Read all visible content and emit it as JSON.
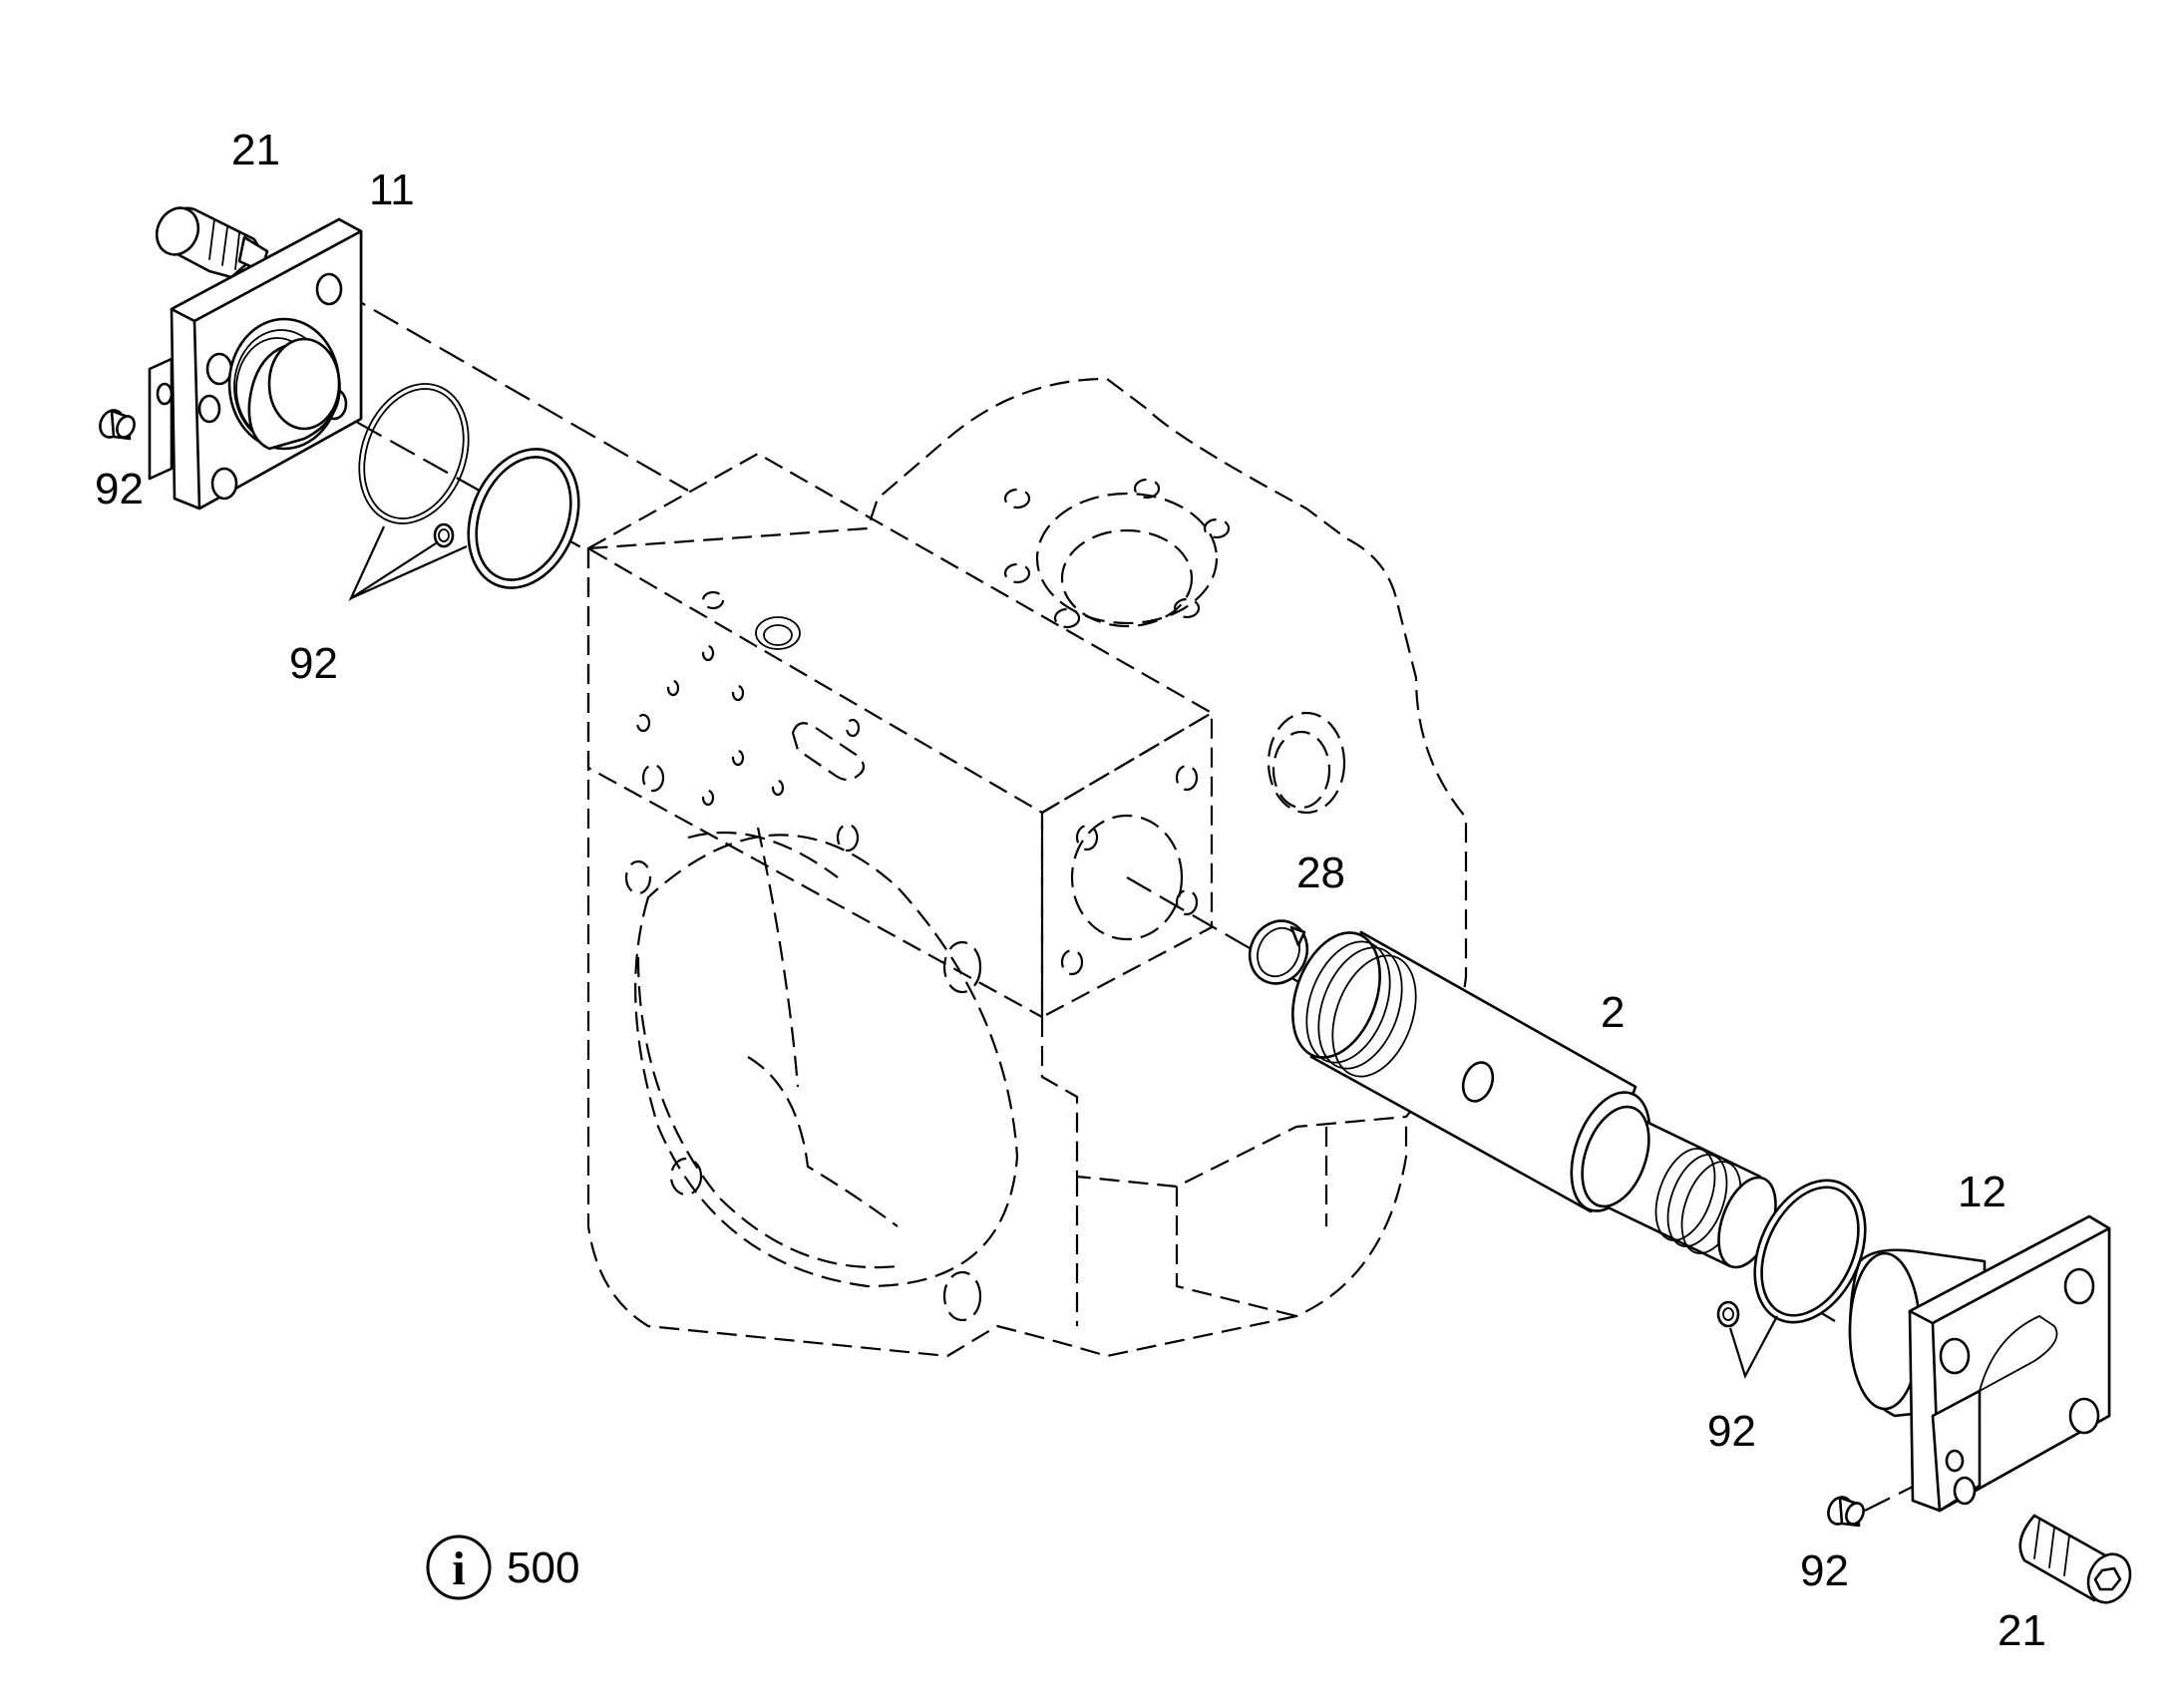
{
  "callouts": {
    "bolt_top_left": "21",
    "cover_left": "11",
    "plug_left": "92",
    "seals_left": "92",
    "circlip": "28",
    "spool": "2",
    "cover_right": "12",
    "seals_right": "92",
    "plug_right": "92",
    "bolt_bottom_right": "21"
  },
  "info": {
    "icon": "info-icon",
    "reference": "500"
  }
}
